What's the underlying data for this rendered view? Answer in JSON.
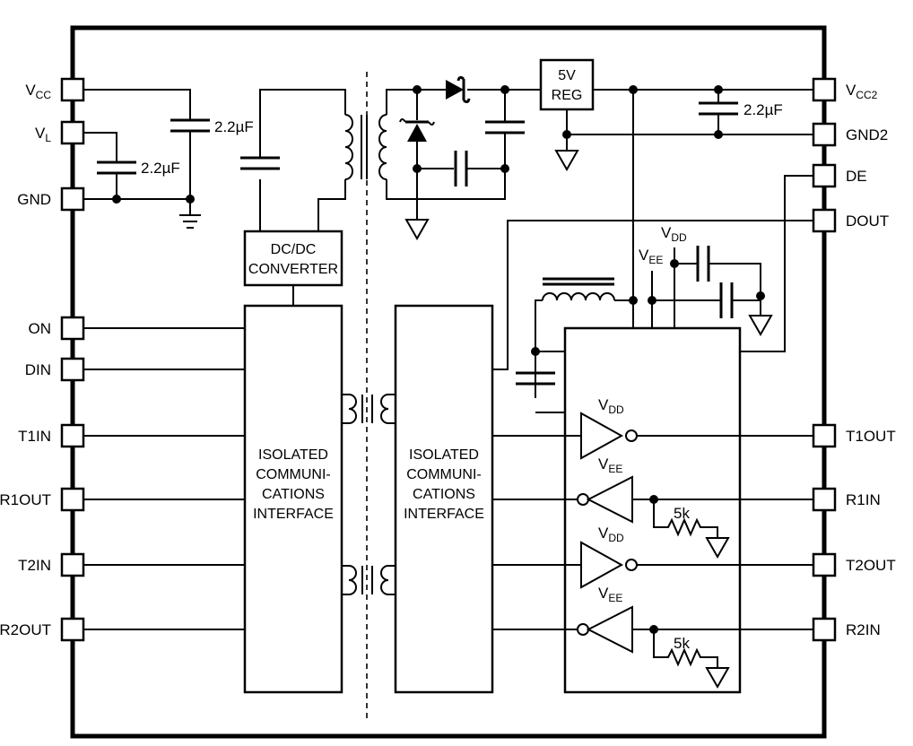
{
  "pins_left": [
    {
      "id": "vcc",
      "main": "V",
      "sub": "CC"
    },
    {
      "id": "vl",
      "main": "V",
      "sub": "L"
    },
    {
      "id": "gnd",
      "main": "GND",
      "sub": ""
    },
    {
      "id": "on",
      "main": "ON",
      "sub": ""
    },
    {
      "id": "din",
      "main": "DIN",
      "sub": ""
    },
    {
      "id": "t1in",
      "main": "T1IN",
      "sub": ""
    },
    {
      "id": "r1out",
      "main": "R1OUT",
      "sub": ""
    },
    {
      "id": "t2in",
      "main": "T2IN",
      "sub": ""
    },
    {
      "id": "r2out",
      "main": "R2OUT",
      "sub": ""
    }
  ],
  "pins_right": [
    {
      "id": "vcc2",
      "main": "V",
      "sub": "CC2"
    },
    {
      "id": "gnd2",
      "main": "GND2",
      "sub": ""
    },
    {
      "id": "de",
      "main": "DE",
      "sub": ""
    },
    {
      "id": "dout",
      "main": "DOUT",
      "sub": ""
    },
    {
      "id": "t1out",
      "main": "T1OUT",
      "sub": ""
    },
    {
      "id": "r1in",
      "main": "R1IN",
      "sub": ""
    },
    {
      "id": "t2out",
      "main": "T2OUT",
      "sub": ""
    },
    {
      "id": "r2in",
      "main": "R2IN",
      "sub": ""
    }
  ],
  "caps": {
    "vcc_cap": "2.2µF",
    "vl_cap": "2.2µF",
    "vcc2_cap": "2.2µF"
  },
  "blocks": {
    "dcdc_line1": "DC/DC",
    "dcdc_line2": "CONVERTER",
    "reg_line1": "5V",
    "reg_line2": "REG",
    "iso_left": [
      "ISOLATED",
      "COMMUNI-",
      "CATIONS",
      "INTERFACE"
    ],
    "iso_right": [
      "ISOLATED",
      "COMMUNI-",
      "CATIONS",
      "INTERFACE"
    ]
  },
  "supplies": {
    "vdd_main": "V",
    "vdd_sub": "DD",
    "vee_main": "V",
    "vee_sub": "EE"
  },
  "resistors": {
    "r1": "5k",
    "r2": "5k"
  }
}
